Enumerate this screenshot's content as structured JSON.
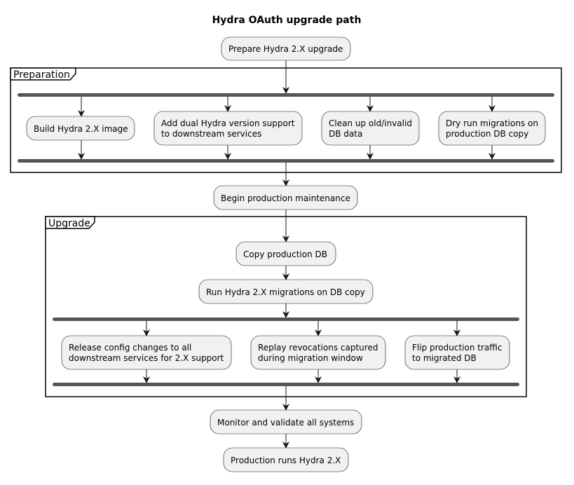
{
  "title": "Hydra OAuth upgrade path",
  "frames": {
    "preparation": "Preparation",
    "upgrade": "Upgrade"
  },
  "nodes": {
    "prepare": [
      "Prepare Hydra 2.X upgrade"
    ],
    "build_image": [
      "Build Hydra 2.X image"
    ],
    "dual_support": [
      "Add dual Hydra version support",
      "to downstream services"
    ],
    "clean_up": [
      "Clean up old/invalid",
      "DB data"
    ],
    "dry_run": [
      "Dry run migrations on",
      "production DB copy"
    ],
    "begin_maintenance": [
      "Begin production maintenance"
    ],
    "copy_db": [
      "Copy production DB"
    ],
    "run_migrations": [
      "Run Hydra 2.X migrations on DB copy"
    ],
    "release_config": [
      "Release config changes to all",
      "downstream services for 2.X support"
    ],
    "replay_revocations": [
      "Replay revocations captured",
      "during migration window"
    ],
    "flip_traffic": [
      "Flip production traffic",
      "to migrated DB"
    ],
    "monitor": [
      "Monitor and validate all systems"
    ],
    "production_runs": [
      "Production runs Hydra 2.X"
    ]
  },
  "colors": {
    "node_fill": "#f1f1f1",
    "node_stroke": "#181818",
    "fork_bar": "#555555",
    "frame_stroke": "#000000"
  }
}
